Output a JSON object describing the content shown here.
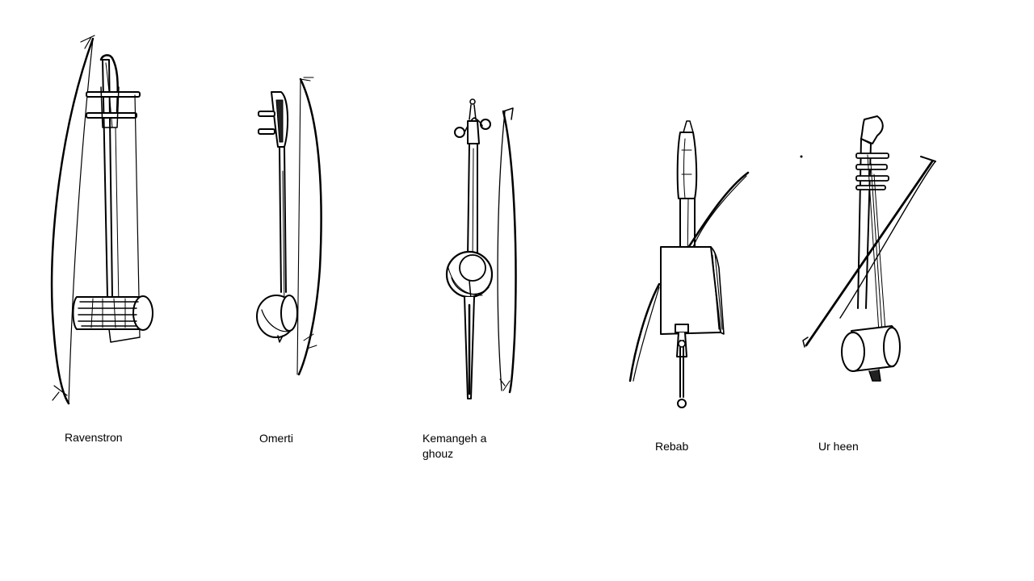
{
  "instruments": [
    {
      "label": "Ravenstron",
      "icon": "ravenstron-drawing-icon"
    },
    {
      "label": "Omerti",
      "icon": "omerti-drawing-icon"
    },
    {
      "label": "Kemangeh a ghouz",
      "icon": "kemangeh-a-ghouz-drawing-icon"
    },
    {
      "label": "Rebab",
      "icon": "rebab-drawing-icon"
    },
    {
      "label": "Ur heen",
      "icon": "ur-heen-drawing-icon"
    }
  ],
  "colors": {
    "background": "#ffffff",
    "ink": "#000000"
  }
}
